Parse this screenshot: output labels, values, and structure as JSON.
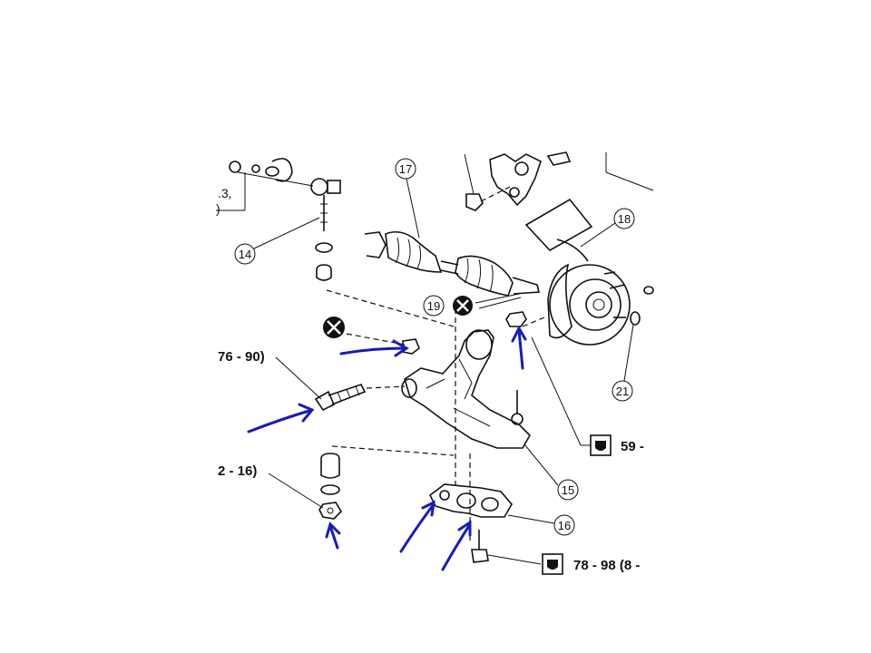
{
  "callouts": {
    "c14": "14",
    "c15": "15",
    "c16": "16",
    "c17": "17",
    "c18": "18",
    "c19": "19",
    "c21": "21"
  },
  "torque": {
    "t_a": "76 - 90)",
    "t_b": "2 - 16)",
    "t_c": "59 -",
    "t_d": "78 - 98 (8 -",
    "t_e": ".3,",
    "t_f": ")"
  },
  "colors": {
    "arrow": "#1a1ab8",
    "ink": "#111111"
  }
}
